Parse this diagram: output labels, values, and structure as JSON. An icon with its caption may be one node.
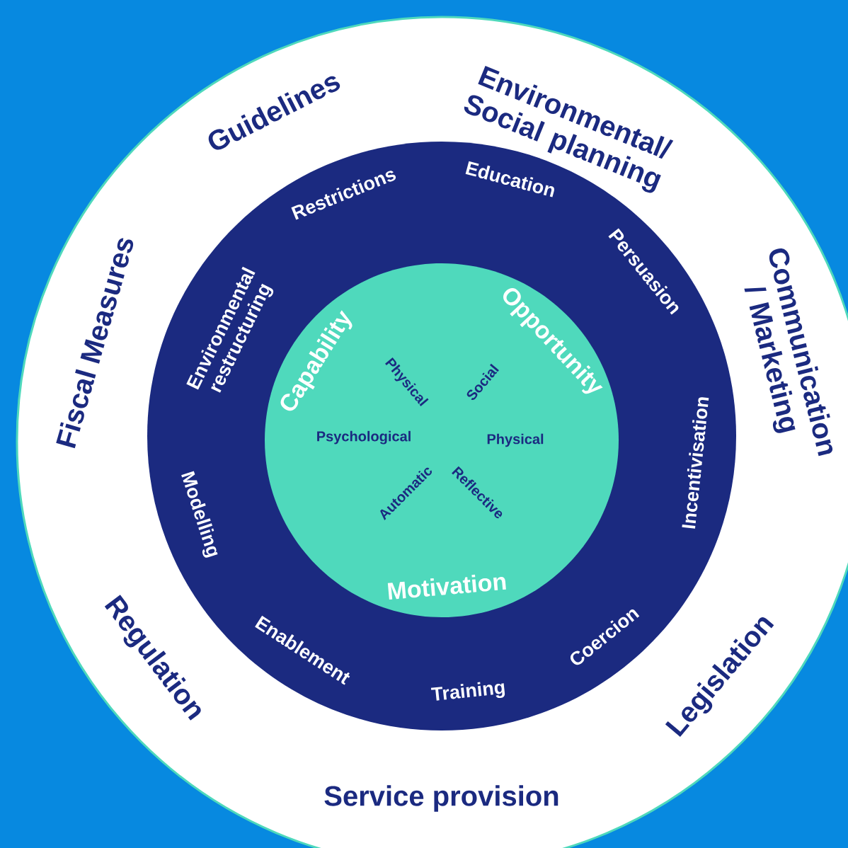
{
  "diagram": {
    "nodes": [
      {
        "text": [
          "Guidelines",
          "Environmental/ Social planning",
          "Communication / Marketing",
          "Legislation",
          "Service provision",
          "Regulation",
          "Fiscal Measures"
        ]
      },
      {
        "text": [
          "Restrictions",
          "Education",
          "Persuasion",
          "Incentivisation",
          "Coercion",
          "Training",
          "Enablement",
          "Modelling",
          "Environmental restructuring"
        ],
        "in": 0
      },
      {
        "text": [
          "Capability",
          "Opportunity",
          "Physical",
          "Social",
          "Psychological",
          "Physical",
          "Automatic",
          "Reflective",
          "Motivation"
        ],
        "in": 1
      }
    ]
  }
}
